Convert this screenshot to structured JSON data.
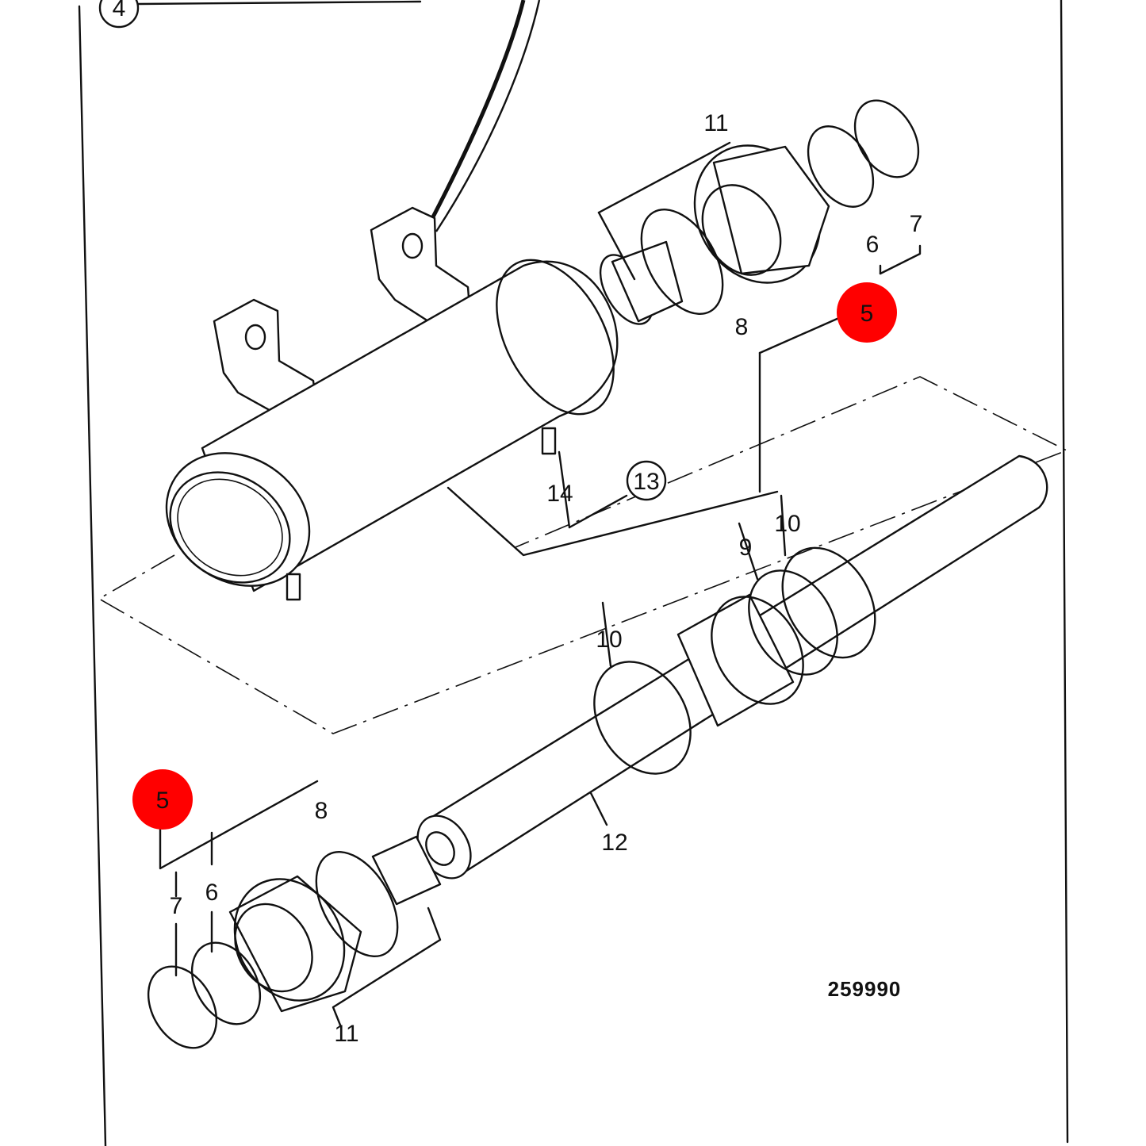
{
  "callouts": {
    "page_ref": "4",
    "top": {
      "n11": "11",
      "n6": "6",
      "n7": "7",
      "n8": "8",
      "n5": "5"
    },
    "middle": {
      "n13": "13",
      "n14": "14",
      "n9": "9",
      "n10a": "10",
      "n10b": "10",
      "n12": "12"
    },
    "bottom": {
      "n5": "5",
      "n8": "8",
      "n7": "7",
      "n6": "6",
      "n11": "11"
    }
  },
  "drawing_number": "259990",
  "colors": {
    "ink": "#111111",
    "highlight": "#ff0000",
    "paper": "#ffffff"
  }
}
